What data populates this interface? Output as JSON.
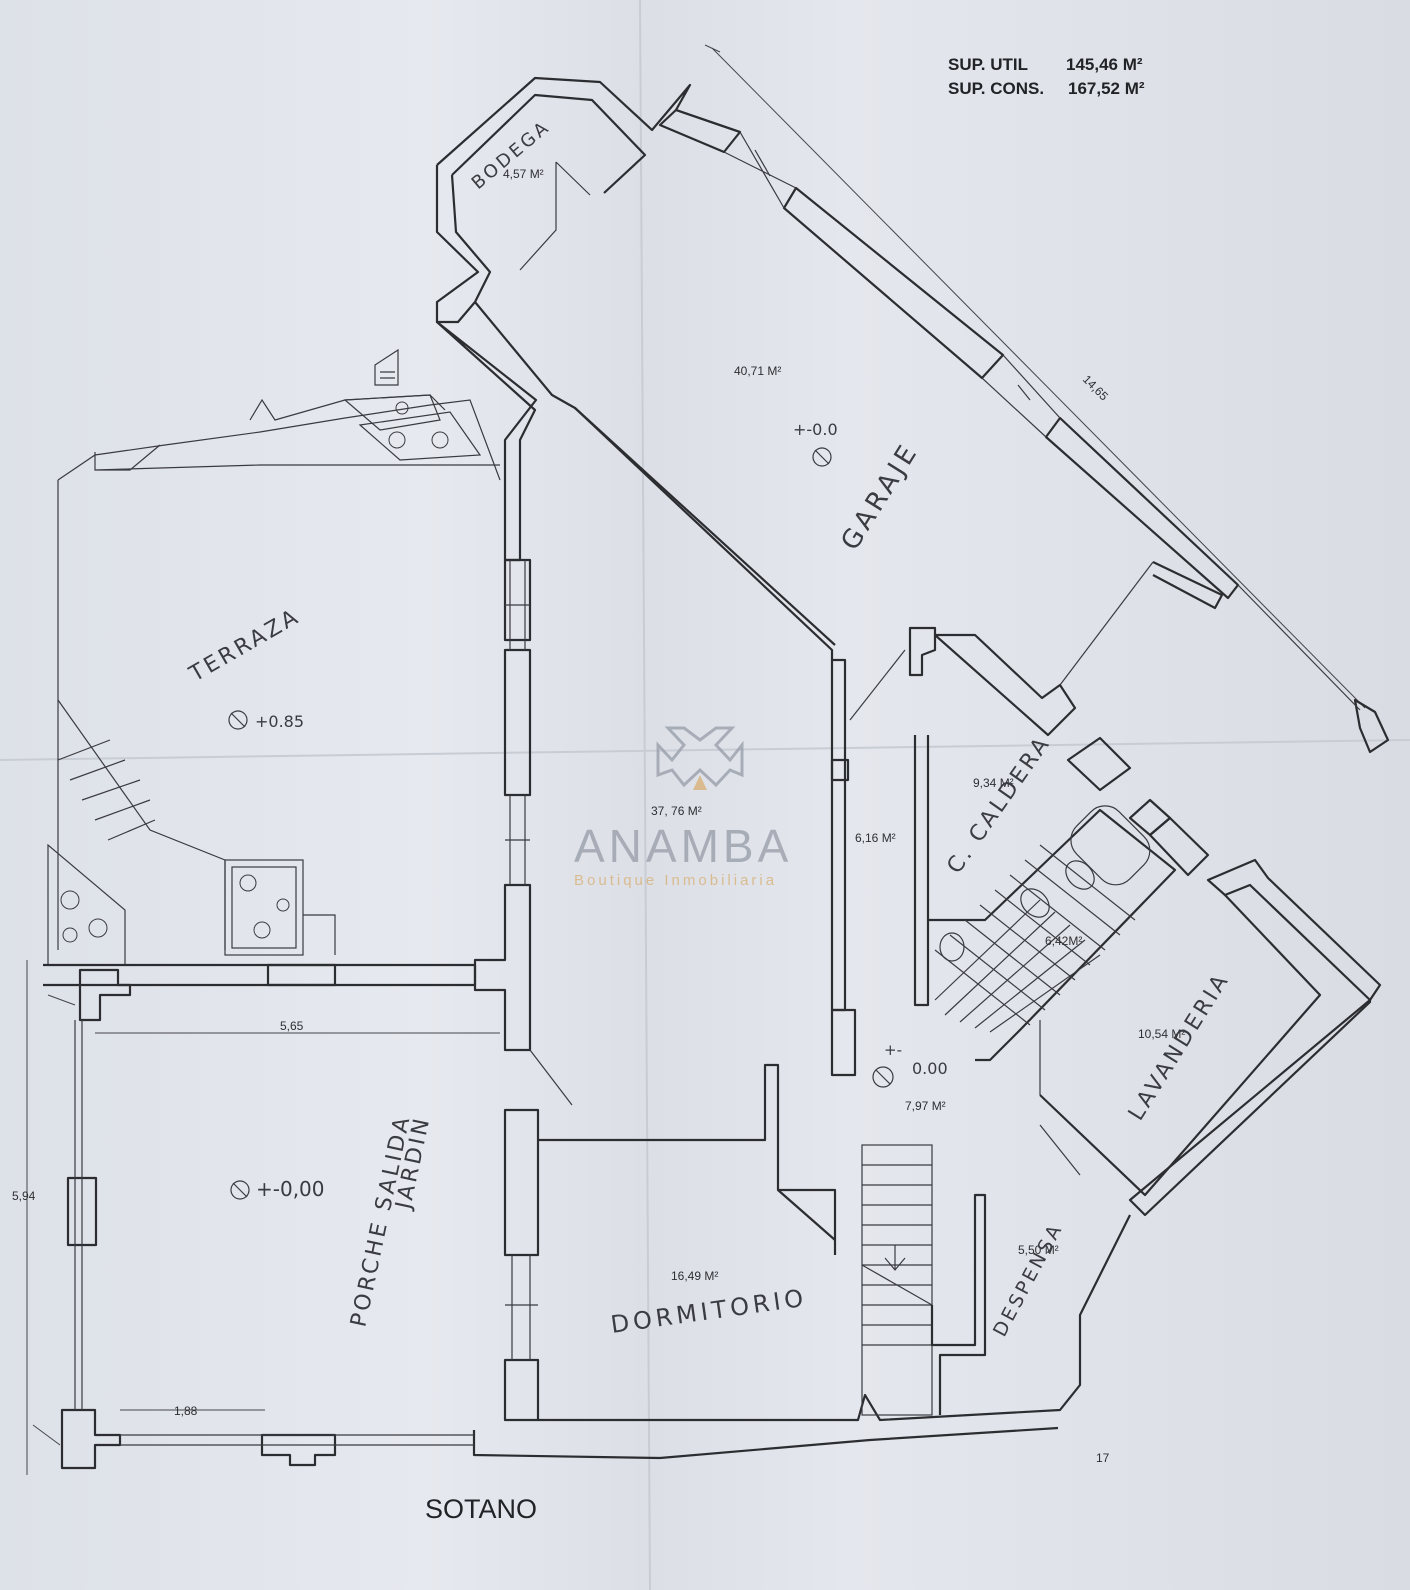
{
  "summary": {
    "sup_util_label": "SUP. UTIL",
    "sup_util_value": "145,46 M²",
    "sup_cons_label": "SUP. CONS.",
    "sup_cons_value": "167,52 M²"
  },
  "rooms": {
    "bodega": {
      "label": "BODEGA",
      "area": "4,57 M²"
    },
    "garaje": {
      "label": "GARAJE",
      "area": "40,71 M²",
      "level": "+-0.0"
    },
    "terraza": {
      "label": "TERRAZA",
      "level": "+0.85"
    },
    "salon": {
      "area": "37, 76 M²"
    },
    "pasillo": {
      "area": "6,16 M²"
    },
    "caldera": {
      "label": "C. CALDERA",
      "area": "9,34 M²"
    },
    "bano": {
      "area": "6,42M²"
    },
    "lavanderia": {
      "label": "LAVANDERIA",
      "area": "10,54 M²"
    },
    "distribuidor": {
      "area": "7,97 M²",
      "level_sign": "+-",
      "level_value": "0.00"
    },
    "despensa": {
      "label": "DESPENSA",
      "area": "5,50 M²"
    },
    "dormitorio": {
      "label": "DORMITORIO",
      "area": "16,49 M²"
    },
    "porche": {
      "label_line1": "PORCHE SALIDA",
      "label_line2": "JARDIN",
      "level": "+-0,00"
    }
  },
  "dimensions": {
    "diagonal": "14,65",
    "porche_width": "5,65",
    "porche_height": "5,94",
    "small": "1,88"
  },
  "footer": {
    "floor_name": "SOTANO",
    "page_number": "17"
  },
  "watermark": {
    "brand": "ANAMBA",
    "tagline": "Boutique Inmobiliaria"
  },
  "colors": {
    "paper": "#e2e5eb",
    "ink": "#2c2d31",
    "watermark_gray": "#9aa0ab",
    "watermark_gold": "#d9b27a"
  }
}
